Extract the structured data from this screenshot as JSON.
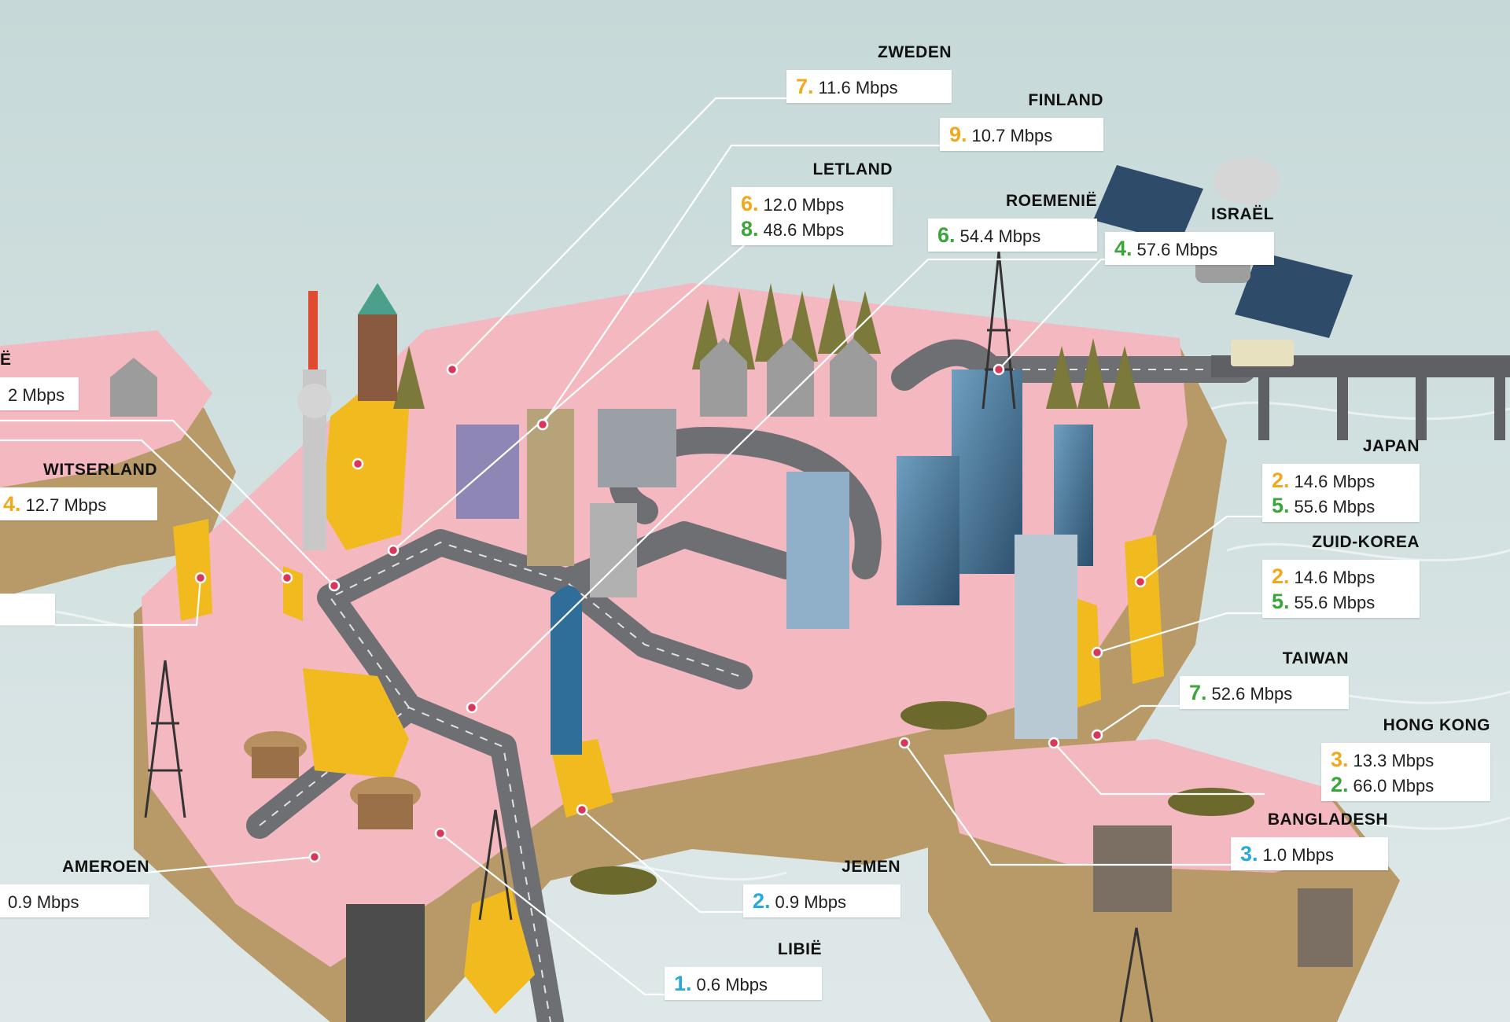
{
  "colors": {
    "sky": "#c9dbdb",
    "land": "#f4b8c0",
    "cliff": "#b89a68",
    "yellow_region": "#f1bb1f",
    "rank_download": "#f2a81d",
    "rank_upload": "#3aa63a",
    "rank_slowest": "#27a9d9",
    "pin": "#d9365a"
  },
  "labels": {
    "zweden": {
      "country": "ZWEDEN",
      "rows": [
        {
          "rank": "7.",
          "value": "11.6 Mbps",
          "color": "orange"
        }
      ]
    },
    "finland": {
      "country": "FINLAND",
      "rows": [
        {
          "rank": "9.",
          "value": "10.7 Mbps",
          "color": "orange"
        }
      ]
    },
    "letland": {
      "country": "LETLAND",
      "rows": [
        {
          "rank": "6.",
          "value": "12.0 Mbps",
          "color": "orange"
        },
        {
          "rank": "8.",
          "value": "48.6 Mbps",
          "color": "green"
        }
      ]
    },
    "roemenie": {
      "country": "ROEMENIË",
      "rows": [
        {
          "rank": "6.",
          "value": "54.4 Mbps",
          "color": "green"
        }
      ]
    },
    "israel": {
      "country": "ISRAËL",
      "rows": [
        {
          "rank": "4.",
          "value": "57.6 Mbps",
          "color": "green"
        }
      ]
    },
    "japan": {
      "country": "JAPAN",
      "rows": [
        {
          "rank": "2.",
          "value": "14.6 Mbps",
          "color": "orange"
        },
        {
          "rank": "5.",
          "value": "55.6 Mbps",
          "color": "green"
        }
      ]
    },
    "zuidkorea": {
      "country": "ZUID-KOREA",
      "rows": [
        {
          "rank": "2.",
          "value": "14.6 Mbps",
          "color": "orange"
        },
        {
          "rank": "5.",
          "value": "55.6 Mbps",
          "color": "green"
        }
      ]
    },
    "taiwan": {
      "country": "TAIWAN",
      "rows": [
        {
          "rank": "7.",
          "value": "52.6 Mbps",
          "color": "green"
        }
      ]
    },
    "hongkong": {
      "country": "HONG KONG",
      "rows": [
        {
          "rank": "3.",
          "value": "13.3 Mbps",
          "color": "orange"
        },
        {
          "rank": "2.",
          "value": "66.0 Mbps",
          "color": "green"
        }
      ]
    },
    "bangladesh": {
      "country": "BANGLADESH",
      "rows": [
        {
          "rank": "3.",
          "value": "1.0 Mbps",
          "color": "blue"
        }
      ]
    },
    "jemen": {
      "country": "JEMEN",
      "rows": [
        {
          "rank": "2.",
          "value": "0.9 Mbps",
          "color": "blue"
        }
      ]
    },
    "libie": {
      "country": "LIBIË",
      "rows": [
        {
          "rank": "1.",
          "value": "0.6 Mbps",
          "color": "blue"
        }
      ]
    },
    "kameroen": {
      "country": "AMEROEN",
      "rows": [
        {
          "rank": "",
          "value": "0.9 Mbps",
          "color": "blue"
        }
      ]
    },
    "zwitserland": {
      "country": "WITSERLAND",
      "rows": [
        {
          "rank": "4.",
          "value": "12.7 Mbps",
          "color": "orange"
        }
      ]
    },
    "cut_top": {
      "country": "Ë",
      "rows": [
        {
          "rank": "",
          "value": "2 Mbps",
          "color": "orange"
        }
      ]
    }
  }
}
